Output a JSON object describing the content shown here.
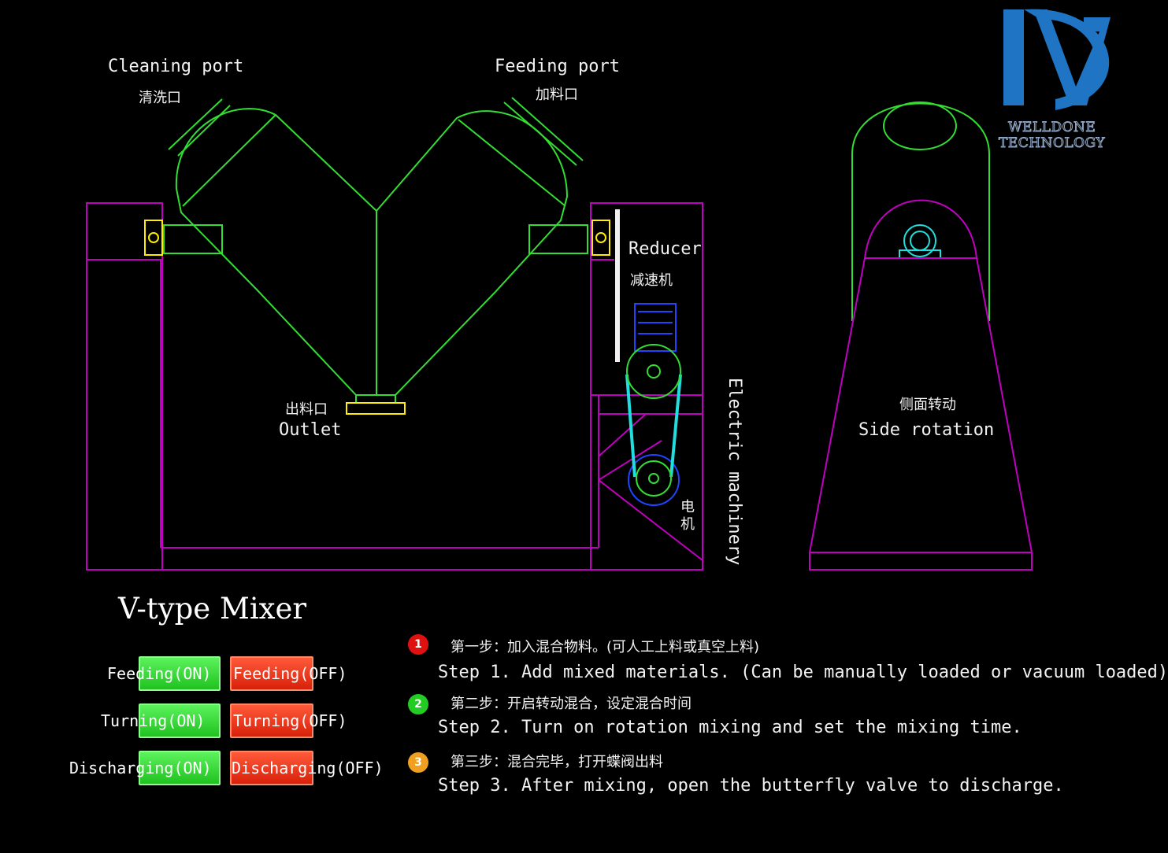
{
  "labels": {
    "cleaning_port": "Cleaning port",
    "cleaning_port_cn": "清洗口",
    "feeding_port": "Feeding port",
    "feeding_port_cn": "加料口",
    "reducer": "Reducer",
    "reducer_cn": "减速机",
    "outlet_cn": "出料口",
    "outlet": "Outlet",
    "electric_machinery": "Electric machinery",
    "motor_cn_1": "电",
    "motor_cn_2": "机",
    "side_rotation_cn": "侧面转动",
    "side_rotation": "Side rotation"
  },
  "logo": {
    "line1": "WELLDONE",
    "line2": "TECHNOLOGY"
  },
  "title": "V-type Mixer",
  "controls": [
    {
      "on_label": "Feeding(ON)",
      "off_label": "Feeding(OFF)"
    },
    {
      "on_label": "Turning(ON)",
      "off_label": "Turning(OFF)"
    },
    {
      "on_label": "Discharging(ON)",
      "off_label": "Discharging(OFF)"
    }
  ],
  "steps": [
    {
      "number": "1",
      "cn": "第一步：加入混合物料。(可人工上料或真空上料)",
      "en": "Step 1. Add mixed materials. (Can be manually loaded or vacuum loaded)",
      "color": "#e01010"
    },
    {
      "number": "2",
      "cn": "第二步：开启转动混合，设定混合时间",
      "en": "Step 2. Turn on rotation mixing and set the mixing time.",
      "color": "#22cc22"
    },
    {
      "number": "3",
      "cn": "第三步：混合完毕，打开蝶阀出料",
      "en": "Step 3. After mixing, open the butterfly valve to discharge.",
      "color": "#f0a020"
    }
  ],
  "colors": {
    "frame": "#c000c0",
    "vessel": "#33dd33",
    "belt": "#22dddd",
    "motor": "#2244ff",
    "bearing": "#ffee00",
    "logo_blue": "#1f74c4"
  }
}
